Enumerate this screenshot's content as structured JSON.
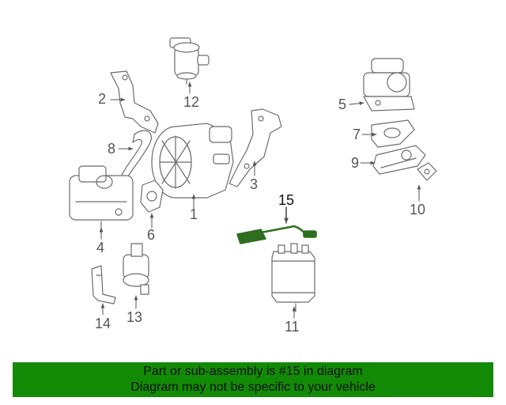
{
  "colors": {
    "line": "#6b6b6b",
    "highlight": "#2f6e1f",
    "banner_bg": "#138a06",
    "text": "#111111"
  },
  "callouts": [
    {
      "id": "1",
      "label": "1"
    },
    {
      "id": "2",
      "label": "2"
    },
    {
      "id": "3",
      "label": "3"
    },
    {
      "id": "4",
      "label": "4"
    },
    {
      "id": "5",
      "label": "5"
    },
    {
      "id": "6",
      "label": "6"
    },
    {
      "id": "7",
      "label": "7"
    },
    {
      "id": "8",
      "label": "8"
    },
    {
      "id": "9",
      "label": "9"
    },
    {
      "id": "10",
      "label": "10"
    },
    {
      "id": "11",
      "label": "11"
    },
    {
      "id": "12",
      "label": "12"
    },
    {
      "id": "13",
      "label": "13"
    },
    {
      "id": "14",
      "label": "14"
    },
    {
      "id": "15",
      "label": "15"
    }
  ],
  "banner": {
    "line1": "Part or sub-assembly is #15 in diagram",
    "line2": "Diagram may not be specific to your vehicle"
  }
}
